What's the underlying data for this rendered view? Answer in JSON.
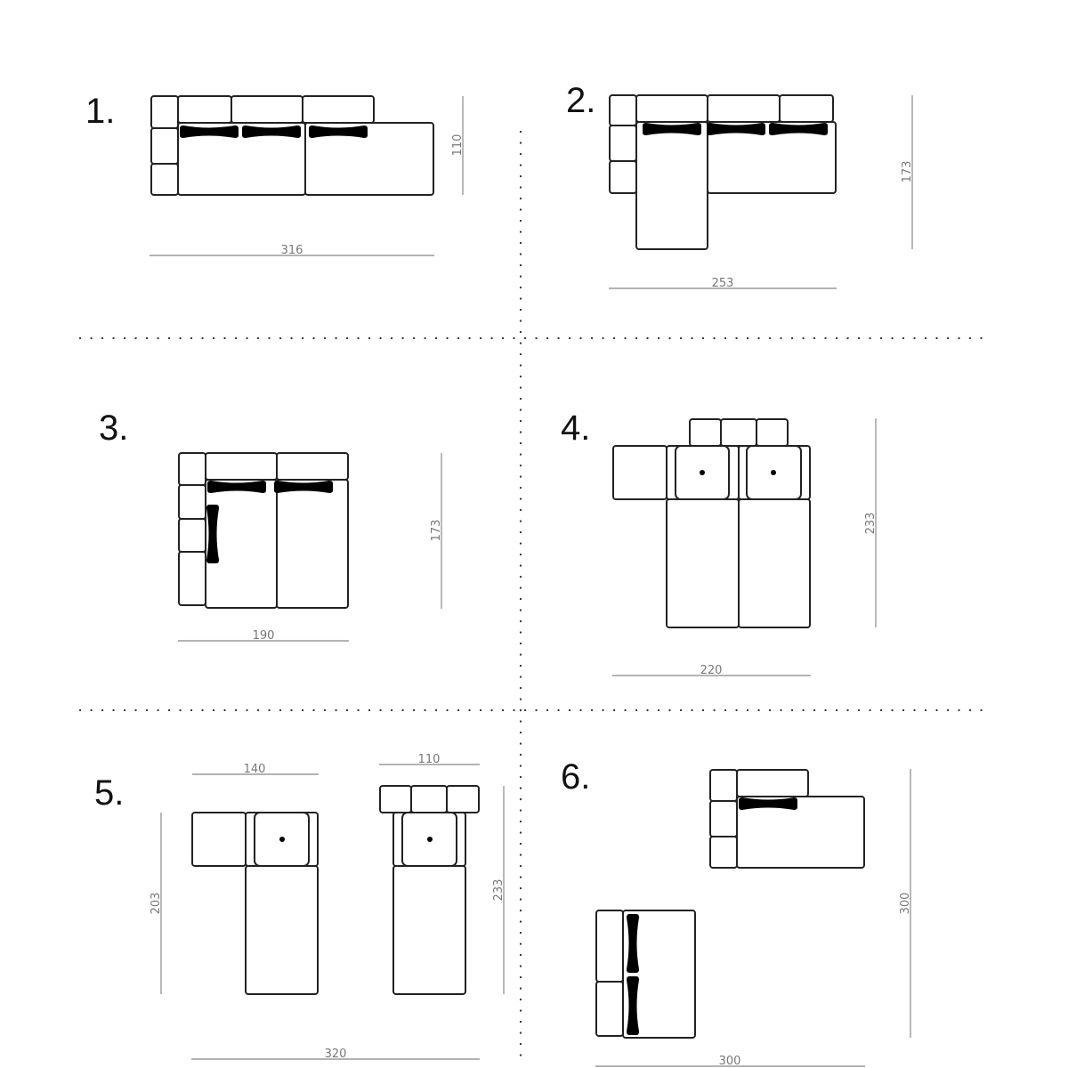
{
  "layouts": [
    {
      "number": "1.",
      "width": "316",
      "depth": "110"
    },
    {
      "number": "2.",
      "width": "253",
      "depth": "173"
    },
    {
      "number": "3.",
      "width": "190",
      "depth": "173"
    },
    {
      "number": "4.",
      "width": "220",
      "depth": "233"
    },
    {
      "number": "5.",
      "width": "320",
      "depth_left": "203",
      "depth_right": "233",
      "sub_width_left": "140",
      "sub_width_right": "110"
    },
    {
      "number": "6.",
      "width": "300",
      "depth": "300"
    }
  ]
}
